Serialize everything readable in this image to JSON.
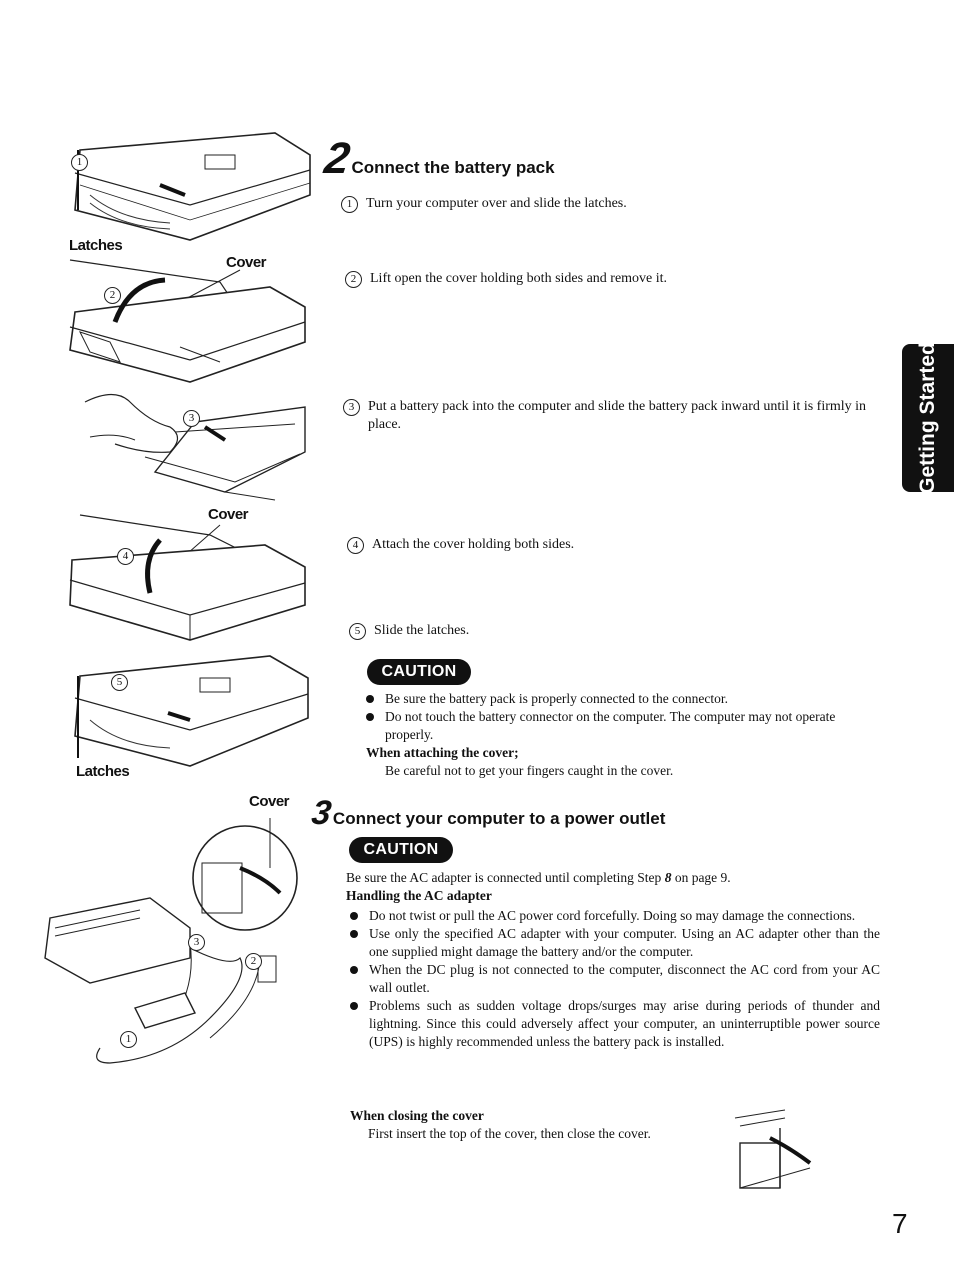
{
  "side_tab": "Getting Started",
  "page_number": "7",
  "step2": {
    "num": "2",
    "title": "Connect the battery pack",
    "substeps": [
      {
        "num": "1",
        "text": "Turn your computer over and slide the latches."
      },
      {
        "num": "2",
        "text": "Lift open the cover holding both sides and remove it."
      },
      {
        "num": "3",
        "text": "Put a battery pack into the computer and slide the battery pack inward until it is firmly in place."
      },
      {
        "num": "4",
        "text": "Attach the cover holding both sides."
      },
      {
        "num": "5",
        "text": "Slide the latches."
      }
    ],
    "caution_label": "CAUTION",
    "bullets": [
      "Be sure the battery pack is properly connected to the connector.",
      "Do not touch the battery connector on the computer. The computer may not operate properly."
    ],
    "cover_heading": "When attaching the cover;",
    "cover_text": "Be careful not to get your fingers caught in the cover."
  },
  "step3": {
    "num": "3",
    "title": "Connect your computer to a power outlet",
    "caution_label": "CAUTION",
    "intro_pre": "Be sure the AC adapter is connected until completing Step ",
    "intro_step": "8",
    "intro_post": " on page 9.",
    "adapter_heading": "Handling the AC adapter",
    "bullets": [
      "Do not twist or pull the AC power cord forcefully. Doing so may damage the connections.",
      "Use only the specified AC adapter with your computer. Using an AC adapter other than the one supplied might damage the battery and/or the computer.",
      "When the DC plug is not connected to the computer, disconnect the AC cord from your AC wall outlet.",
      "Problems such as sudden voltage drops/surges may arise during periods of thunder and lightning. Since this could adversely affect your computer, an uninterruptible power source (UPS) is highly recommended unless the battery pack is installed."
    ],
    "closing_heading": "When closing the cover",
    "closing_text": "First insert the top of the cover, then close the cover."
  },
  "illustrations": {
    "latches_label": "Latches",
    "cover_label": "Cover",
    "callouts": [
      "1",
      "2",
      "3",
      "4",
      "5"
    ]
  }
}
